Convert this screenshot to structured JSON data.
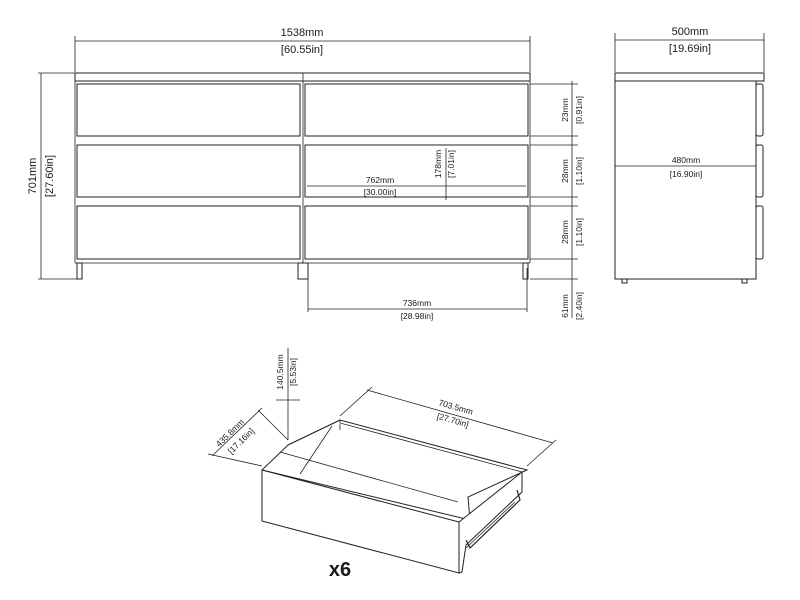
{
  "front_view": {
    "width_mm": "1538mm",
    "width_in": "[60.55in]",
    "height_mm": "701mm",
    "height_in": "[27.60in]",
    "inner_width_mm": "762mm",
    "inner_width_in": "[30.00in]",
    "inner_height_mm": "178mm",
    "inner_height_in": "[7.01in]",
    "drawer_front_mm": "736mm",
    "drawer_front_in": "[28.98in]",
    "gap_top_mm": "23mm",
    "gap_top_in": "[0.91in]",
    "gap_mid_mm": "28mm",
    "gap_mid_in": "[1.10in]",
    "gap_low_mm": "28mm",
    "gap_low_in": "[1.10in]",
    "leg_mm": "61mm",
    "leg_in": "[2.40in]"
  },
  "side_view": {
    "depth_mm": "500mm",
    "depth_in": "[19.69in]",
    "inner_depth_mm": "480mm",
    "inner_depth_in": "[16.90in]"
  },
  "drawer": {
    "height_mm": "140.5mm",
    "height_in": "[5.53in]",
    "width_mm": "435.8mm",
    "width_in": "[17.16in]",
    "length_mm": "703.5mm",
    "length_in": "[27.70in]",
    "quantity": "x6"
  }
}
